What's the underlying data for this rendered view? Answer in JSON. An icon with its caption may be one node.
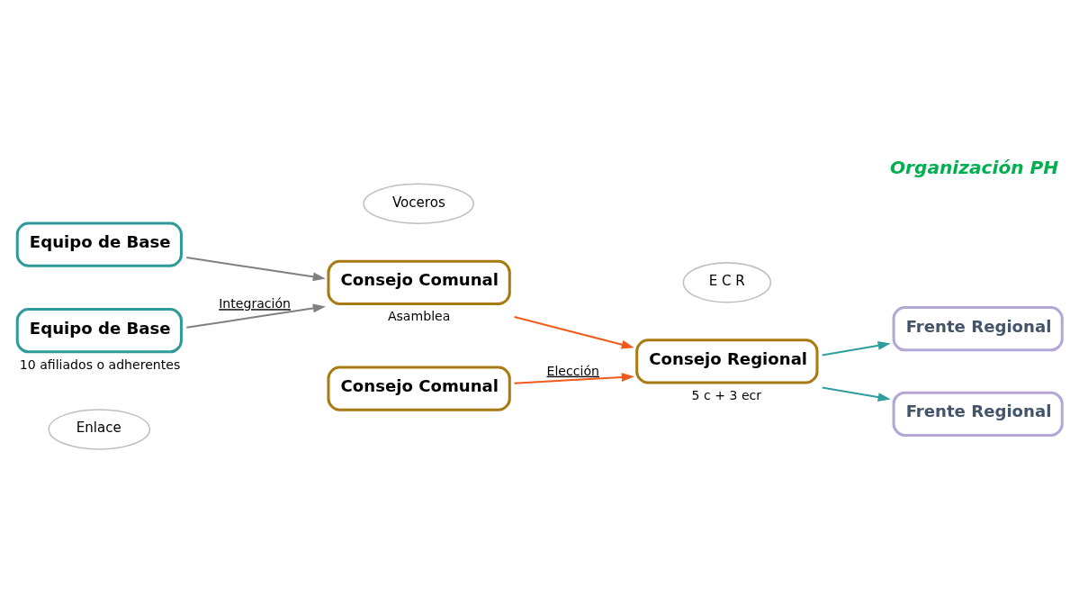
{
  "diagram": {
    "title": "Organización PH",
    "nodes": [
      {
        "text": [
          "Enlace"
        ]
      },
      {
        "text": [
          "Equipo de Base"
        ]
      },
      {
        "text": [
          "Voceros"
        ]
      },
      {
        "text": [
          "Equipo de Base"
        ],
        "beside": [
          "10 afiliados o adherentes"
        ]
      },
      {
        "text": [
          "Consejo Comunal"
        ],
        "beside": [
          "Asamblea"
        ]
      },
      {
        "text": [
          "E C R"
        ]
      },
      {
        "text": [
          "Consejo Regional"
        ],
        "beside": [
          "5 c + 3 ecr"
        ]
      },
      {
        "text": [
          "Consejo Comunal"
        ]
      },
      {
        "text": [
          "Frente Regional"
        ]
      },
      {
        "text": [
          "Frente Regional"
        ]
      }
    ],
    "edges": [
      {
        "from": 1,
        "to": 4,
        "arrow": "to",
        "color": "#808080"
      },
      {
        "from": 3,
        "to": 4,
        "arrow": "to",
        "label": "Integración",
        "color": "#808080"
      },
      {
        "from": 4,
        "to": 6,
        "arrow": "to",
        "color": "#f05a1a"
      },
      {
        "from": 7,
        "to": 6,
        "arrow": "to",
        "label": "Elección",
        "color": "#f05a1a"
      },
      {
        "from": 6,
        "to": 8,
        "arrow": "to",
        "color": "#2e9e9e"
      },
      {
        "from": 6,
        "to": 9,
        "arrow": "to",
        "color": "#2e9e9e"
      }
    ]
  }
}
